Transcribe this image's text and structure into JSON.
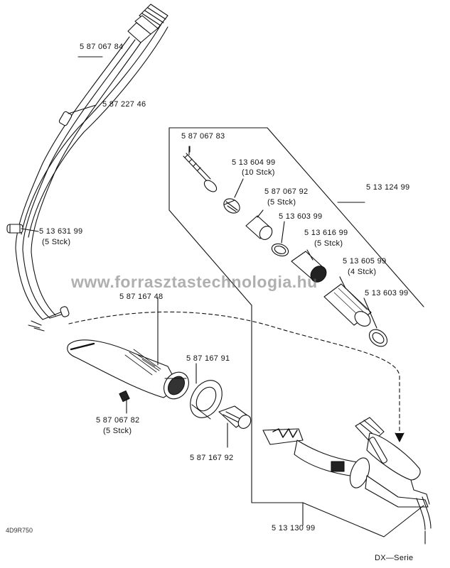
{
  "watermark": "www.forrasztastechnologia.hu",
  "parts": [
    {
      "number": "5 87 067 84"
    },
    {
      "number": "5 87 227 46"
    },
    {
      "number": "5 13 631 99",
      "qty": "(5  Stck)"
    },
    {
      "number": "5 87 067 83"
    },
    {
      "number": "5 13 604 99",
      "qty": "(10  Stck)"
    },
    {
      "number": "5 87 067 92",
      "qty": "(5  Stck)"
    },
    {
      "number": "5 13 603 99"
    },
    {
      "number": "5 13 124 99"
    },
    {
      "number": "5 13 616  99",
      "qty": "(5  Stck)"
    },
    {
      "number": "5 13 605 99",
      "qty": "(4  Stck)"
    },
    {
      "number": "5 13 603 99"
    },
    {
      "number": "5 87 167 48"
    },
    {
      "number": "5 87 167 91"
    },
    {
      "number": "5 87 067 82",
      "qty": "(5  Stck)"
    },
    {
      "number": "5 87 167 92"
    },
    {
      "number": "5 13 130 99"
    }
  ],
  "series_label": "DX—Serie",
  "drawing_code": "4D9R750"
}
